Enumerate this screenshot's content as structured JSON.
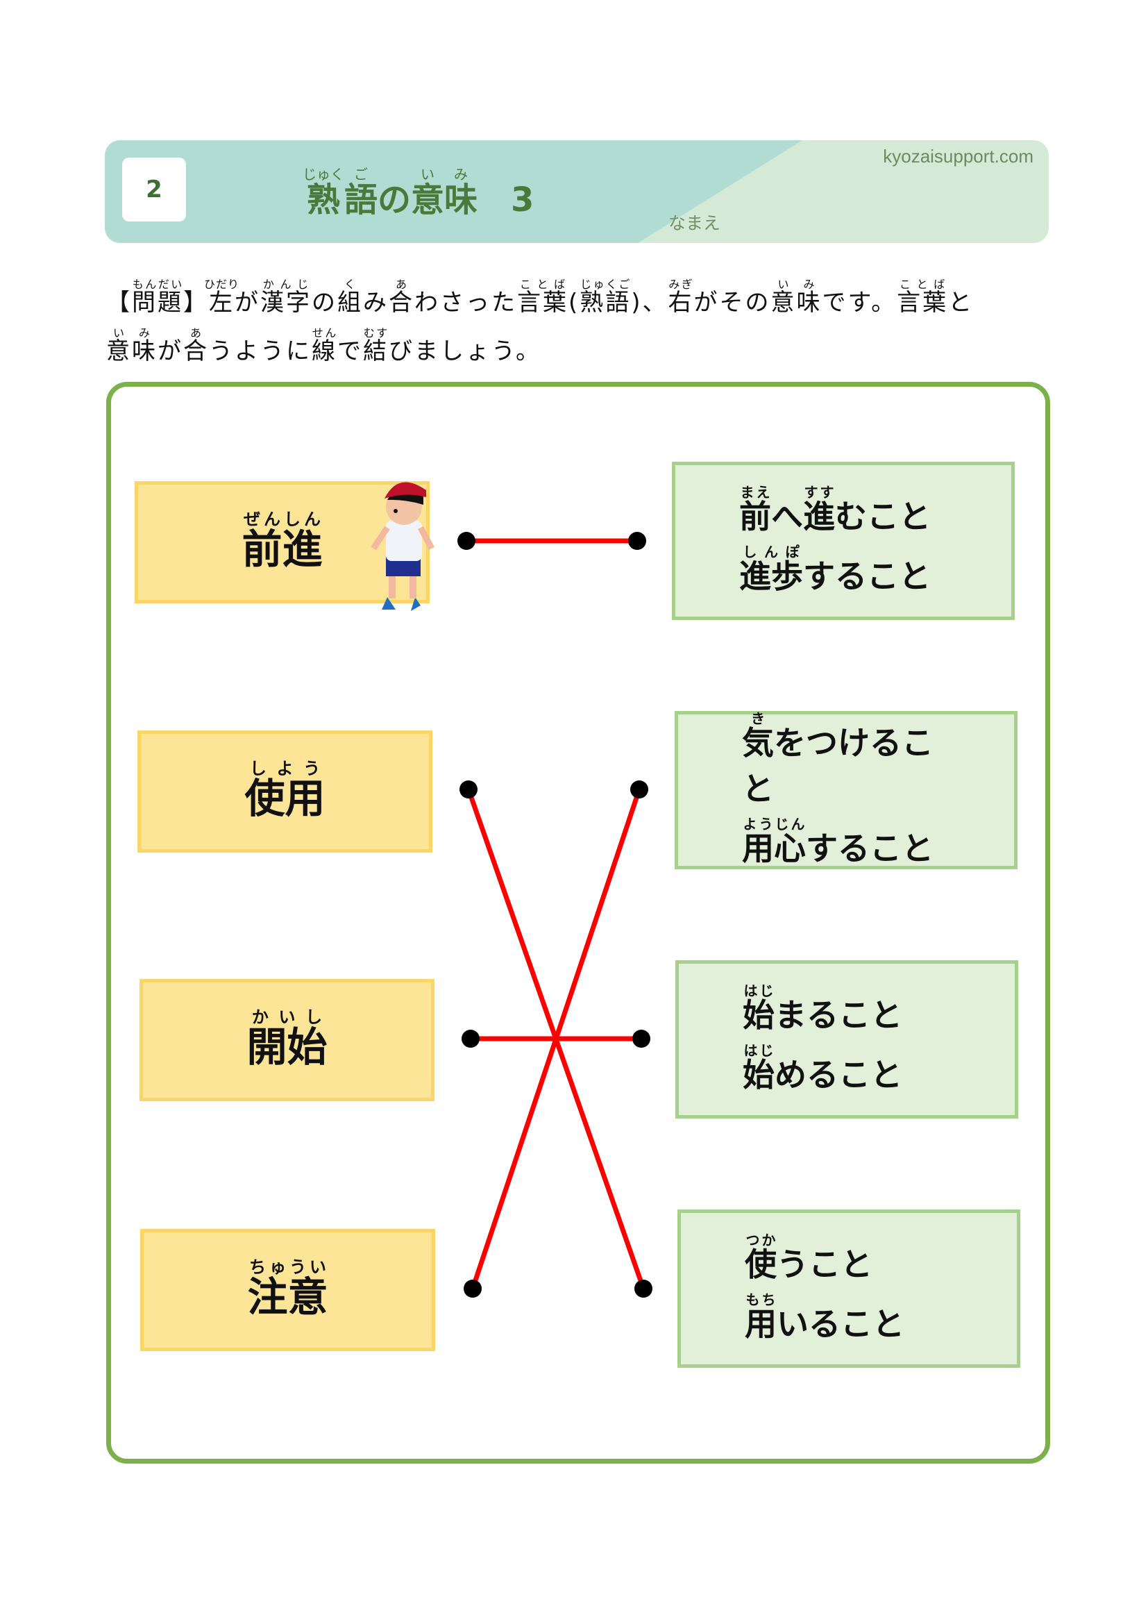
{
  "header": {
    "number": "2",
    "title": [
      {
        "k": "熟",
        "r": "じゅく"
      },
      {
        "k": "語",
        "r": "ご"
      },
      {
        "k": "の",
        "r": ""
      },
      {
        "k": "意",
        "r": "い"
      },
      {
        "k": "味",
        "r": "み"
      },
      {
        "k": "　3",
        "r": ""
      }
    ],
    "site": "kyozaisupport.com",
    "name_label": "なまえ"
  },
  "instruction": [
    [
      {
        "k": "【",
        "r": ""
      },
      {
        "k": "問題",
        "r": "もんだい"
      },
      {
        "k": "】",
        "r": ""
      },
      {
        "k": "左",
        "r": "ひだり"
      },
      {
        "k": "が",
        "r": ""
      },
      {
        "k": "漢字",
        "r": "かんじ"
      },
      {
        "k": "の",
        "r": ""
      },
      {
        "k": "組",
        "r": "く"
      },
      {
        "k": "み",
        "r": ""
      },
      {
        "k": "合",
        "r": "あ"
      },
      {
        "k": "わさった",
        "r": ""
      },
      {
        "k": "言葉",
        "r": "ことば"
      },
      {
        "k": "(",
        "r": ""
      },
      {
        "k": "熟語",
        "r": "じゅくご"
      },
      {
        "k": ")、",
        "r": ""
      },
      {
        "k": "右",
        "r": "みぎ"
      },
      {
        "k": "がその",
        "r": ""
      },
      {
        "k": "意味",
        "r": "いみ"
      },
      {
        "k": "です。",
        "r": ""
      },
      {
        "k": "言葉",
        "r": "ことば"
      },
      {
        "k": "と",
        "r": ""
      }
    ],
    [
      {
        "k": "意味",
        "r": "いみ"
      },
      {
        "k": "が",
        "r": ""
      },
      {
        "k": "合",
        "r": "あ"
      },
      {
        "k": "うように",
        "r": ""
      },
      {
        "k": "線",
        "r": "せん"
      },
      {
        "k": "で",
        "r": ""
      },
      {
        "k": "結",
        "r": "むす"
      },
      {
        "k": "びましょう。",
        "r": ""
      }
    ]
  ],
  "left_words": [
    [
      {
        "k": "前進",
        "r": "ぜんしん"
      }
    ],
    [
      {
        "k": "使用",
        "r": "しよう"
      }
    ],
    [
      {
        "k": "開始",
        "r": "かいし"
      }
    ],
    [
      {
        "k": "注意",
        "r": "ちゅうい"
      }
    ]
  ],
  "right_meanings": [
    [
      [
        {
          "k": "前",
          "r": "まえ"
        },
        {
          "k": "へ",
          "r": ""
        },
        {
          "k": "進",
          "r": "すす"
        },
        {
          "k": "むこと",
          "r": ""
        }
      ],
      [
        {
          "k": "進歩",
          "r": "しんぽ"
        },
        {
          "k": "すること",
          "r": ""
        }
      ]
    ],
    [
      [
        {
          "k": "気",
          "r": "き"
        },
        {
          "k": "をつけること",
          "r": ""
        }
      ],
      [
        {
          "k": "用心",
          "r": "ようじん"
        },
        {
          "k": "すること",
          "r": ""
        }
      ]
    ],
    [
      [
        {
          "k": "始",
          "r": "はじ"
        },
        {
          "k": "まること",
          "r": ""
        }
      ],
      [
        {
          "k": "始",
          "r": "はじ"
        },
        {
          "k": "めること",
          "r": ""
        }
      ]
    ],
    [
      [
        {
          "k": "使",
          "r": "つか"
        },
        {
          "k": "うこと",
          "r": ""
        }
      ],
      [
        {
          "k": "用",
          "r": "もち"
        },
        {
          "k": "いること",
          "r": ""
        }
      ]
    ]
  ],
  "answers": [
    [
      0,
      0
    ],
    [
      1,
      3
    ],
    [
      2,
      2
    ],
    [
      3,
      1
    ]
  ],
  "colors": {
    "line": "#ff0000",
    "dot": "#000000",
    "frame": "#7cb04b"
  }
}
